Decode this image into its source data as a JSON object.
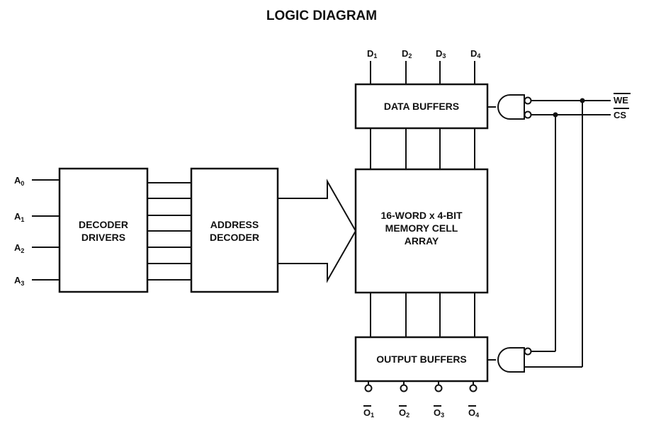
{
  "title": "LOGIC DIAGRAM",
  "blocks": {
    "decoder_drivers": [
      "DECODER",
      "DRIVERS"
    ],
    "address_decoder": [
      "ADDRESS",
      "DECODER"
    ],
    "memory_array": [
      "16-WORD x 4-BIT",
      "MEMORY CELL",
      "ARRAY"
    ],
    "data_buffers": "DATA BUFFERS",
    "output_buffers": "OUTPUT BUFFERS"
  },
  "address_inputs": [
    {
      "base": "A",
      "sub": "0"
    },
    {
      "base": "A",
      "sub": "1"
    },
    {
      "base": "A",
      "sub": "2"
    },
    {
      "base": "A",
      "sub": "3"
    }
  ],
  "data_inputs": [
    {
      "base": "D",
      "sub": "1"
    },
    {
      "base": "D",
      "sub": "2"
    },
    {
      "base": "D",
      "sub": "3"
    },
    {
      "base": "D",
      "sub": "4"
    }
  ],
  "outputs": [
    {
      "base": "O",
      "sub": "1"
    },
    {
      "base": "O",
      "sub": "2"
    },
    {
      "base": "O",
      "sub": "3"
    },
    {
      "base": "O",
      "sub": "4"
    }
  ],
  "control_signals": {
    "write_enable": "WE",
    "chip_select": "CS"
  }
}
